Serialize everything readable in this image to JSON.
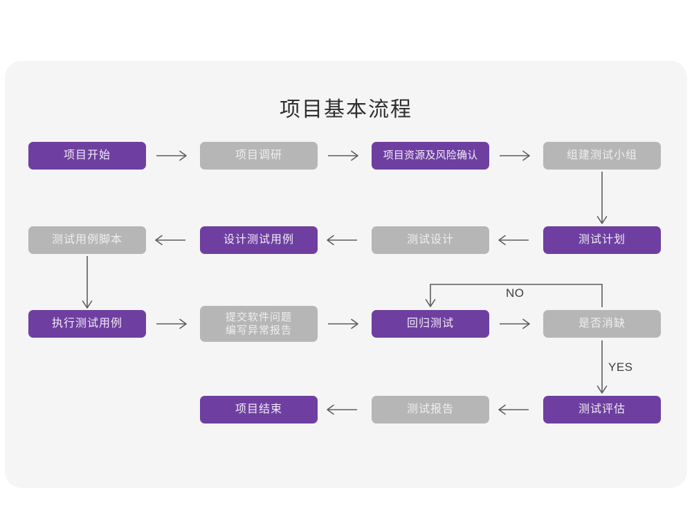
{
  "title": "项目基本流程",
  "palette": {
    "card_bg": "#f5f5f5",
    "page_bg": "#ffffff",
    "purple": "#6e3fa0",
    "purple_text": "#f3ecf8",
    "gray": "#b6b6b6",
    "gray_text": "#efefef",
    "connector": "#5b5b5b",
    "title_text": "#2e2e2e"
  },
  "nodes": {
    "r1c1": {
      "label": "项目开始",
      "style": "purple"
    },
    "r1c2": {
      "label": "项目调研",
      "style": "gray"
    },
    "r1c3": {
      "label": "项目资源及风险确认",
      "style": "purple"
    },
    "r1c4": {
      "label": "组建测试小组",
      "style": "gray"
    },
    "r2c1": {
      "label": "测试用例脚本",
      "style": "gray"
    },
    "r2c2": {
      "label": "设计测试用例",
      "style": "purple"
    },
    "r2c3": {
      "label": "测试设计",
      "style": "gray"
    },
    "r2c4": {
      "label": "测试计划",
      "style": "purple"
    },
    "r3c1": {
      "label": "执行测试用例",
      "style": "purple"
    },
    "r3c2": {
      "label": "提交软件问题\n编写异常报告",
      "style": "gray"
    },
    "r3c3": {
      "label": "回归测试",
      "style": "purple"
    },
    "r3c4": {
      "label": "是否消缺",
      "style": "gray"
    },
    "r4c2": {
      "label": "项目结束",
      "style": "purple"
    },
    "r4c3": {
      "label": "测试报告",
      "style": "gray"
    },
    "r4c4": {
      "label": "测试评估",
      "style": "purple"
    }
  },
  "edge_labels": {
    "no": "NO",
    "yes": "YES"
  },
  "chart_data": {
    "type": "diagram",
    "diagram_type": "flowchart",
    "title": "项目基本流程",
    "direction": "boustrophedon (row 1 left-to-right, row 2 right-to-left, row 3 left-to-right, row 4 right-to-left)",
    "nodes": [
      {
        "id": "r1c1",
        "label": "项目开始",
        "style": "purple",
        "row": 1,
        "col": 1
      },
      {
        "id": "r1c2",
        "label": "项目调研",
        "style": "gray",
        "row": 1,
        "col": 2
      },
      {
        "id": "r1c3",
        "label": "项目资源及风险确认",
        "style": "purple",
        "row": 1,
        "col": 3
      },
      {
        "id": "r1c4",
        "label": "组建测试小组",
        "style": "gray",
        "row": 1,
        "col": 4
      },
      {
        "id": "r2c4",
        "label": "测试计划",
        "style": "purple",
        "row": 2,
        "col": 4
      },
      {
        "id": "r2c3",
        "label": "测试设计",
        "style": "gray",
        "row": 2,
        "col": 3
      },
      {
        "id": "r2c2",
        "label": "设计测试用例",
        "style": "purple",
        "row": 2,
        "col": 2
      },
      {
        "id": "r2c1",
        "label": "测试用例脚本",
        "style": "gray",
        "row": 2,
        "col": 1
      },
      {
        "id": "r3c1",
        "label": "执行测试用例",
        "style": "purple",
        "row": 3,
        "col": 1
      },
      {
        "id": "r3c2",
        "label": "提交软件问题 编写异常报告",
        "style": "gray",
        "row": 3,
        "col": 2
      },
      {
        "id": "r3c3",
        "label": "回归测试",
        "style": "purple",
        "row": 3,
        "col": 3
      },
      {
        "id": "r3c4",
        "label": "是否消缺",
        "style": "gray",
        "row": 3,
        "col": 4
      },
      {
        "id": "r4c4",
        "label": "测试评估",
        "style": "purple",
        "row": 4,
        "col": 4
      },
      {
        "id": "r4c3",
        "label": "测试报告",
        "style": "gray",
        "row": 4,
        "col": 3
      },
      {
        "id": "r4c2",
        "label": "项目结束",
        "style": "purple",
        "row": 4,
        "col": 2
      }
    ],
    "edges": [
      {
        "from": "r1c1",
        "to": "r1c2",
        "label": "",
        "dir": "right"
      },
      {
        "from": "r1c2",
        "to": "r1c3",
        "label": "",
        "dir": "right"
      },
      {
        "from": "r1c3",
        "to": "r1c4",
        "label": "",
        "dir": "right"
      },
      {
        "from": "r1c4",
        "to": "r2c4",
        "label": "",
        "dir": "down"
      },
      {
        "from": "r2c4",
        "to": "r2c3",
        "label": "",
        "dir": "left"
      },
      {
        "from": "r2c3",
        "to": "r2c2",
        "label": "",
        "dir": "left"
      },
      {
        "from": "r2c2",
        "to": "r2c1",
        "label": "",
        "dir": "left"
      },
      {
        "from": "r2c1",
        "to": "r3c1",
        "label": "",
        "dir": "down"
      },
      {
        "from": "r3c1",
        "to": "r3c2",
        "label": "",
        "dir": "right"
      },
      {
        "from": "r3c2",
        "to": "r3c3",
        "label": "",
        "dir": "right"
      },
      {
        "from": "r3c3",
        "to": "r3c4",
        "label": "",
        "dir": "right"
      },
      {
        "from": "r3c4",
        "to": "r3c3",
        "label": "NO",
        "dir": "up-left-down loop"
      },
      {
        "from": "r3c4",
        "to": "r4c4",
        "label": "YES",
        "dir": "down"
      },
      {
        "from": "r4c4",
        "to": "r4c3",
        "label": "",
        "dir": "left"
      },
      {
        "from": "r4c3",
        "to": "r4c2",
        "label": "",
        "dir": "left"
      }
    ]
  }
}
